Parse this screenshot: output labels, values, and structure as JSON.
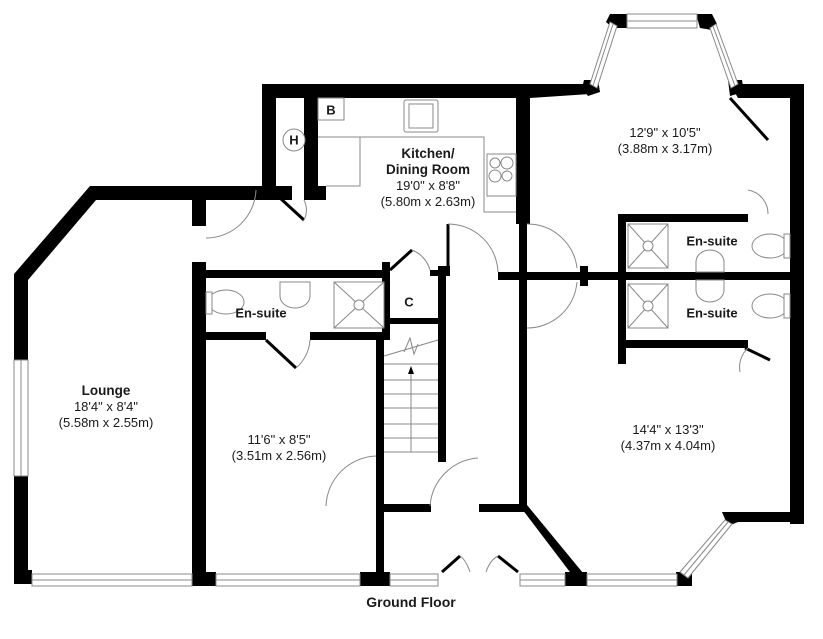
{
  "floor": {
    "caption": "Ground Floor"
  },
  "rooms": {
    "bedroom_top_right": {
      "name": "",
      "dim_imperial": "12'9\" x 10'5\"",
      "dim_metric": "(3.88m x 3.17m)"
    },
    "kitchen": {
      "name_line1": "Kitchen/",
      "name_line2": "Dining Room",
      "dim_imperial": "19'0\" x 8'8\"",
      "dim_metric": "(5.80m x 2.63m)"
    },
    "lounge": {
      "name": "Lounge",
      "dim_imperial": "18'4\" x 8'4\"",
      "dim_metric": "(5.58m x 2.55m)"
    },
    "bedroom_middle": {
      "name": "",
      "dim_imperial": "11'6\" x 8'5\"",
      "dim_metric": "(3.51m x 2.56m)"
    },
    "bedroom_bottom_right": {
      "name": "",
      "dim_imperial": "14'4\" x 13'3\"",
      "dim_metric": "(4.37m x 4.04m)"
    },
    "ensuite_left": {
      "name": "En-suite"
    },
    "ensuite_right_upper": {
      "name": "En-suite"
    },
    "ensuite_right_lower": {
      "name": "En-suite"
    }
  },
  "fixtures": {
    "boiler": "B",
    "heating": "H",
    "cupboard": "C"
  },
  "colors": {
    "wall": "#000000",
    "line": "#888888",
    "background": "#ffffff"
  }
}
